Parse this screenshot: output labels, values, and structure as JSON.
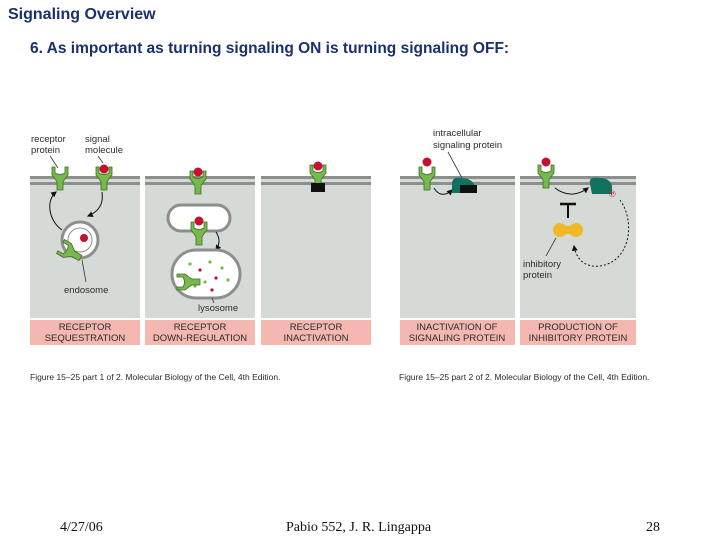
{
  "slide": {
    "title": "Signaling Overview",
    "subtitle": "6.  As important as turning signaling ON is turning signaling OFF:"
  },
  "figure": {
    "labels": {
      "receptor_protein": [
        "receptor",
        "protein"
      ],
      "signal_molecule": [
        "signal",
        "molecule"
      ],
      "endosome": "endosome",
      "lysosome": "lysosome",
      "intracellular_signaling_protein": [
        "intracellular",
        "signaling protein"
      ],
      "inhibitory_protein": [
        "inhibitory",
        "protein"
      ],
      "phosphate_mark": "℗"
    },
    "panels": [
      {
        "id": "receptor-sequestration",
        "caption": [
          "RECEPTOR",
          "SEQUESTRATION"
        ]
      },
      {
        "id": "receptor-down-regulation",
        "caption": [
          "RECEPTOR",
          "DOWN-REGULATION"
        ]
      },
      {
        "id": "receptor-inactivation",
        "caption": [
          "RECEPTOR",
          "INACTIVATION"
        ]
      },
      {
        "id": "inactivation-of-signaling-protein",
        "caption": [
          "INACTIVATION OF",
          "SIGNALING PROTEIN"
        ]
      },
      {
        "id": "production-of-inhibitory-protein",
        "caption": [
          "PRODUCTION OF",
          "INHIBITORY PROTEIN"
        ]
      }
    ],
    "credits": [
      "Figure 15–25 part 1 of 2. Molecular Biology of the Cell, 4th Edition.",
      "Figure 15–25 part 2 of 2. Molecular Biology of the Cell, 4th Edition."
    ]
  },
  "colors": {
    "panel_bg": "#d6dad6",
    "membrane": "#8d8f8d",
    "receptor": "#77b94c",
    "signal": "#c4112e",
    "caption_bg": "#f4b8b1",
    "signaling_protein": "#12705f",
    "inhibitory_protein": "#f0b825",
    "block": "#111111"
  },
  "footer": {
    "date": "4/27/06",
    "course": "Pabio 552,  J. R. Lingappa",
    "page": "28"
  }
}
